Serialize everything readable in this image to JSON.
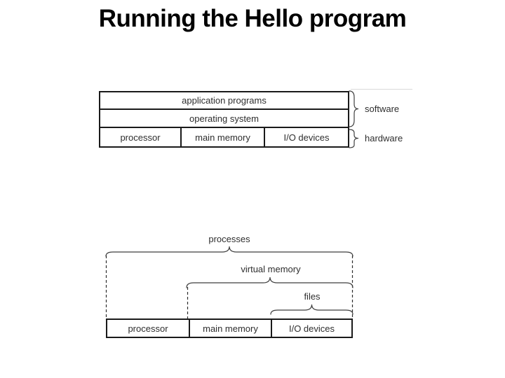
{
  "slide": {
    "title": "Running the Hello program"
  },
  "colors": {
    "background": "#ffffff",
    "line": "#1a1a1a",
    "brace": "#3f3f3f",
    "diagram_text": "#2e2e2e",
    "title_text": "#000000"
  },
  "top_diagram": {
    "layers": {
      "application": "application programs",
      "operating_system": "operating system"
    },
    "hardware_cells": [
      "processor",
      "main memory",
      "I/O devices"
    ],
    "braces": {
      "software": "software",
      "hardware": "hardware"
    }
  },
  "bottom_diagram": {
    "abstractions": {
      "processes": "processes",
      "virtual_memory": "virtual memory",
      "files": "files"
    },
    "hardware_cells": [
      "processor",
      "main memory",
      "I/O devices"
    ]
  }
}
